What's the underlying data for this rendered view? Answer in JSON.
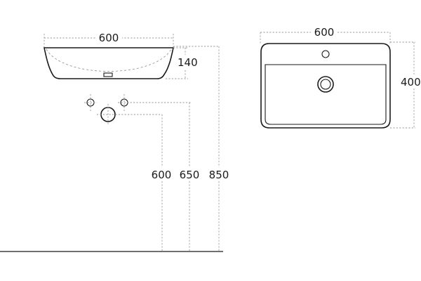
{
  "dimensions": {
    "side_width": "600",
    "side_height": "140",
    "top_width": "600",
    "top_depth": "400",
    "height_drain": "600",
    "height_valve": "650",
    "height_top": "850"
  },
  "colors": {
    "outline": "#1a1a1a",
    "dimension": "#9a9a9a",
    "background": "#ffffff"
  }
}
